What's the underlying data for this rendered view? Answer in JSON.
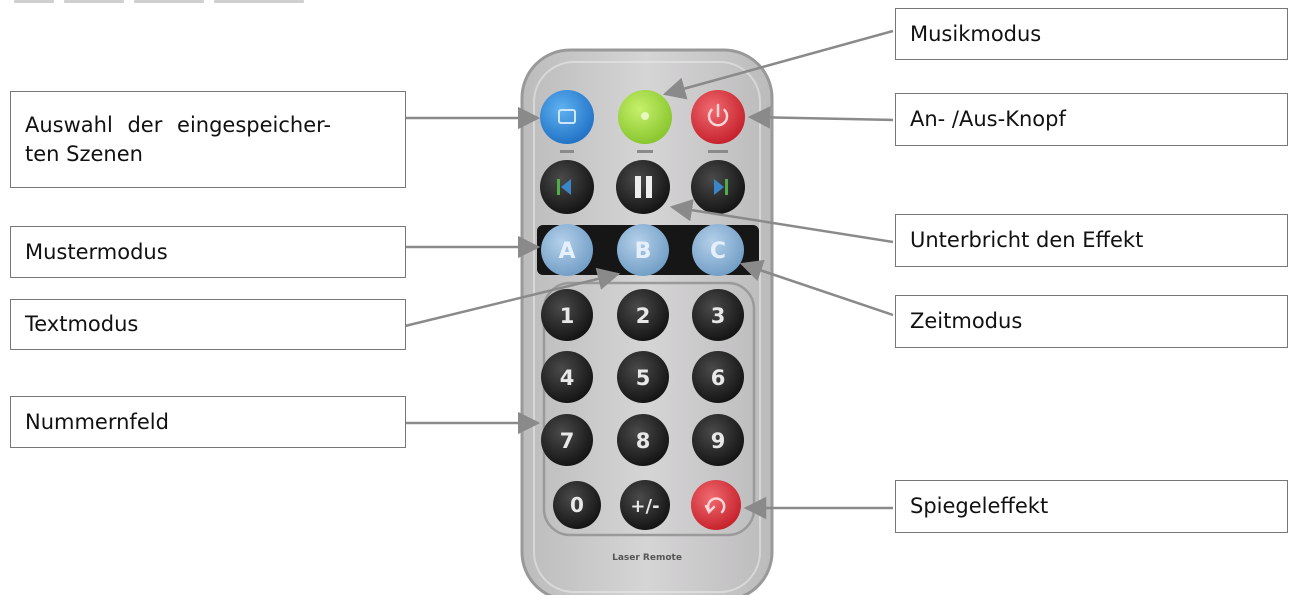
{
  "callouts": {
    "auswahl": "Auswahl der eingespeicher-ten Szenen",
    "auswahl_line1": "Auswahl der eingespeicher-",
    "auswahl_line2": "ten Szenen",
    "mustermodus": "Mustermodus",
    "textmodus": "Textmodus",
    "nummernfeld": "Nummernfeld",
    "musikmodus": "Musikmodus",
    "an_aus": "An- /Aus-Knopf",
    "unterbricht": "Unterbricht den Effekt",
    "zeitmodus": "Zeitmodus",
    "spiegeleffekt": "Spiegeleffekt"
  },
  "remote": {
    "label": "Laser Remote",
    "letter_buttons": [
      "A",
      "B",
      "C"
    ],
    "number_buttons": [
      "1",
      "2",
      "3",
      "4",
      "5",
      "6",
      "7",
      "8",
      "9",
      "0",
      "+/-"
    ]
  },
  "colors": {
    "scene_button": "#2f8fe0",
    "music_button": "#9fdc3c",
    "power_button": "#e0303a",
    "letter_button": "#8cb3d6",
    "black_button": "#1c1c1c",
    "mirror_button": "#e0303a",
    "remote_body": "#cdcccd"
  },
  "icons": {
    "power": "power-icon",
    "previous": "previous-icon",
    "pause": "pause-icon",
    "next": "next-icon",
    "mirror": "rotate-icon"
  }
}
